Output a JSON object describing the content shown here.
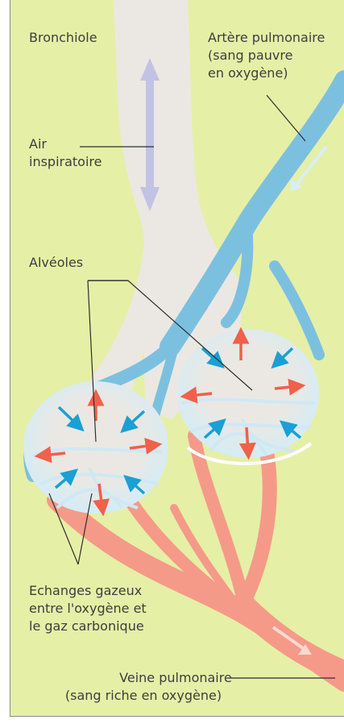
{
  "labels": {
    "bronchiole": "Bronchiole",
    "artery": [
      "Artère pulmonaire",
      "(sang pauvre",
      "en oxygène)"
    ],
    "air": [
      "Air",
      "inspiratoire"
    ],
    "alveoles": "Alvéoles",
    "exchange": [
      "Echanges gazeux",
      "entre l'oxygène et",
      "le gaz carbonique"
    ],
    "vein": [
      "Veine pulmonaire",
      "(sang riche en oxygène)"
    ]
  },
  "colors": {
    "background": "#e6efa6",
    "airway": "#ebe8e3",
    "artery_blue": "#7cc0e0",
    "vein_red": "#f59a88",
    "arrow_in_blue": "#1aa0d4",
    "arrow_out_red": "#f0604a",
    "air_arrow": "#c2c2e4"
  }
}
